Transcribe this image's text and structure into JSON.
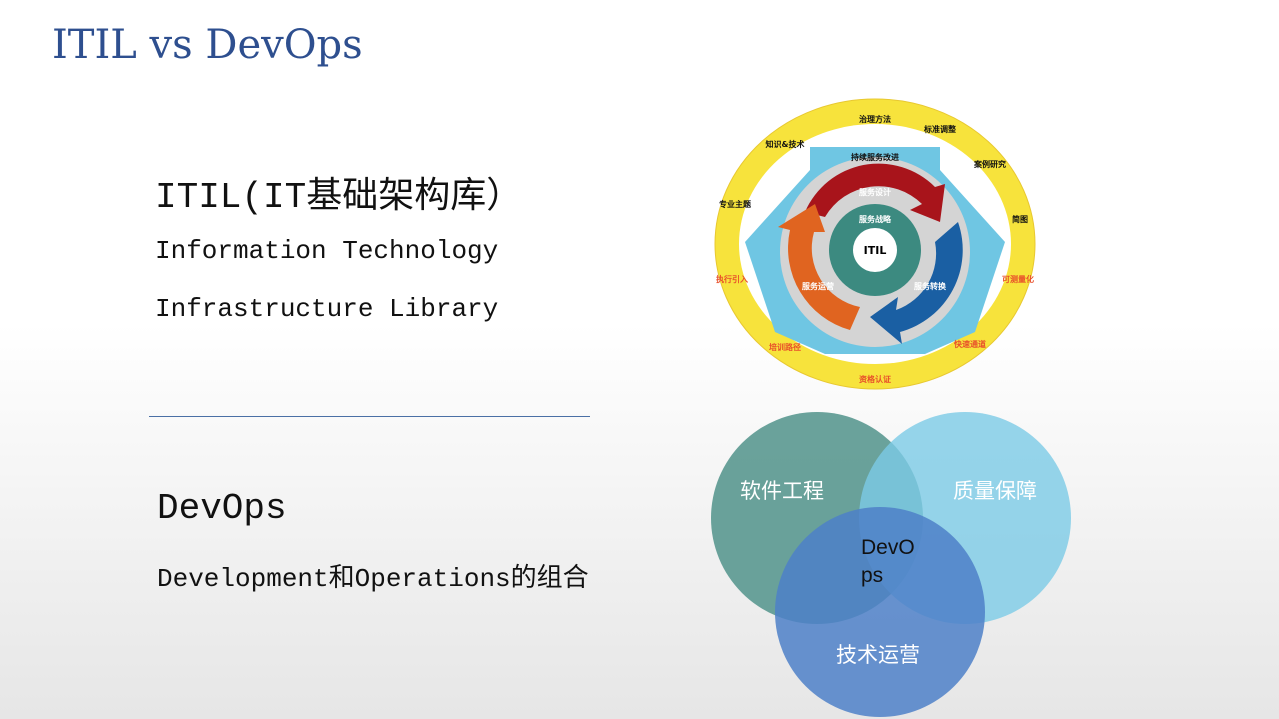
{
  "title": "ITIL vs DevOps",
  "itil": {
    "heading": "ITIL(IT基础架构库）",
    "line1": "Information Technology",
    "line2": "Infrastructure Library",
    "diagram": {
      "center": "ITIL",
      "core": "服务战略",
      "stages": [
        "服务设计",
        "服务转换",
        "服务运营"
      ],
      "improvement": "持续服务改进",
      "outer_ring": [
        "治理方法",
        "标准调整",
        "案例研究",
        "简图",
        "可测量化",
        "快速通道",
        "资格认证",
        "培训路径",
        "执行引入",
        "专业主题",
        "知识&技术"
      ],
      "colors": {
        "design": "#a8141b",
        "transition": "#1a5fa3",
        "operation": "#e06420",
        "strategy": "#3c8a80",
        "improvement": "#6fc6e3",
        "ring": "#f7e33c"
      }
    }
  },
  "devops": {
    "heading": "DevOps",
    "subtitle": "Development和Operations的组合",
    "venn": {
      "sets": [
        "软件工程",
        "质量保障",
        "技术运营"
      ],
      "intersection": "DevO\nps",
      "intersection_line1": "DevO",
      "intersection_line2": "ps",
      "colors": [
        "#5a9890",
        "#7ccbe6",
        "#4d80c8"
      ]
    }
  }
}
